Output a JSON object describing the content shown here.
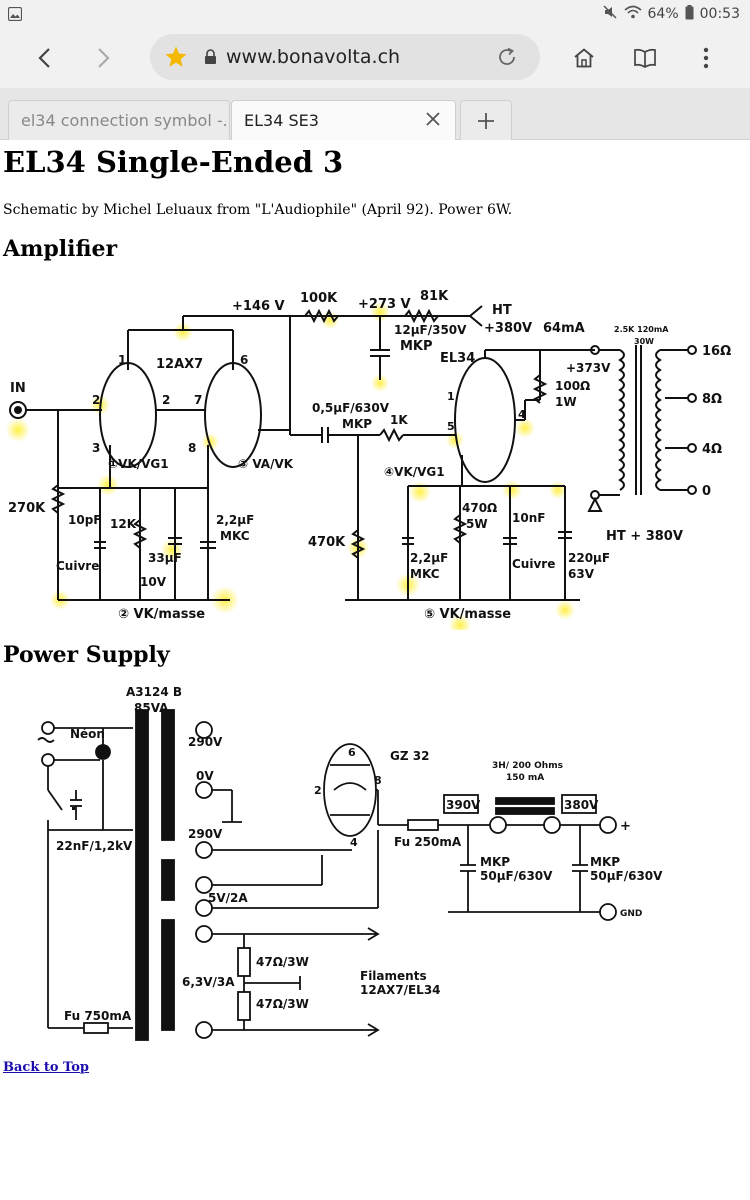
{
  "status_bar": {
    "battery": "64%",
    "time": "00:53",
    "icons": [
      "image-icon",
      "mute-icon",
      "wifi-icon",
      "battery-icon"
    ]
  },
  "browser": {
    "url": "www.bonavolta.ch",
    "tabs": [
      {
        "label": "el34 connection symbol -..."
      },
      {
        "label": "EL34 SE3"
      }
    ],
    "icons": [
      "back-arrow-icon",
      "forward-arrow-icon",
      "star-icon",
      "lock-icon",
      "reload-icon",
      "home-icon",
      "reader-icon",
      "menu-dots-icon",
      "close-icon",
      "plus-icon"
    ]
  },
  "page": {
    "title": "EL34 Single-Ended 3",
    "description": "Schematic by Michel Leluaux from \"L'Audiophile\" (April 92). Power 6W.",
    "amplifier_heading": "Amplifier",
    "power_heading": "Power Supply",
    "back_link": "Back to Top"
  },
  "amplifier_labels": {
    "v146": "+146 V",
    "r100k": "100K",
    "v273": "+273 V",
    "r81k": "81K",
    "ht": "HT",
    "ht380": "+380V",
    "c12": "12µF/350V",
    "mkp": "MKP",
    "i64": "64mA",
    "xfmr": "2.5K 120mA",
    "w30": "30W",
    "o16": "16Ω",
    "o8": "8Ω",
    "o4": "4Ω",
    "o0": "0",
    "tube12ax7": "12AX7",
    "p1": "1",
    "p6": "6",
    "p2a": "2",
    "p2b": "2",
    "p7": "7",
    "p3": "3",
    "p8": "8",
    "in": "IN",
    "vk1": "①VK/VG1",
    "vk3": "③ VA/VK",
    "c05": "0,5µF/630V",
    "mkp2": "MKP",
    "r1k": "1K",
    "el34": "EL34",
    "v373": "+373V",
    "r100o": "100Ω",
    "w1": "1W",
    "r270k": "270K",
    "c10p": "10pF",
    "r12k": "12K",
    "c33": "33µF",
    "v10": "10V",
    "c22a": "2,2µF",
    "mkc": "MKC",
    "cuivre1": "Cuivre",
    "vkmasse2": "② VK/masse",
    "vk4": "④VK/VG1",
    "r470k": "470K",
    "r470o": "470Ω",
    "w5": "5W",
    "c10n": "10nF",
    "c22b": "2,2µF",
    "mkc2": "MKC",
    "cuivre2": "Cuivre",
    "c220": "220µF",
    "v63": "63V",
    "vkmasse5": "⑤ VK/masse",
    "ht380b": "HT + 380V",
    "p1e": "1",
    "p5e": "5",
    "p4e": "4"
  },
  "power_labels": {
    "xfmr_name": "A3124 B",
    "xfmr_va": "85VA",
    "neon": "Néon",
    "v290a": "290V",
    "v0": "0V",
    "v290b": "290V",
    "v5": "5V/2A",
    "v63": "6,3V/3A",
    "cap22n": "22nF/1,2kV",
    "fu750": "Fu 750mA",
    "gz32": "GZ 32",
    "p6": "6",
    "p2": "2",
    "p8": "8",
    "p4": "4",
    "choke": "3H/ 200 Ohms",
    "choke_i": "150 mA",
    "v390": "390V",
    "v380": "380V",
    "plus": "+",
    "fu250": "Fu 250mA",
    "mkp1": "MKP",
    "cap1": "50µF/630V",
    "mkp2": "MKP",
    "cap2": "50µF/630V",
    "gnd": "GND",
    "r47a": "47Ω/3W",
    "r47b": "47Ω/3W",
    "filaments": "Filaments",
    "fil_tubes": "12AX7/EL34"
  }
}
